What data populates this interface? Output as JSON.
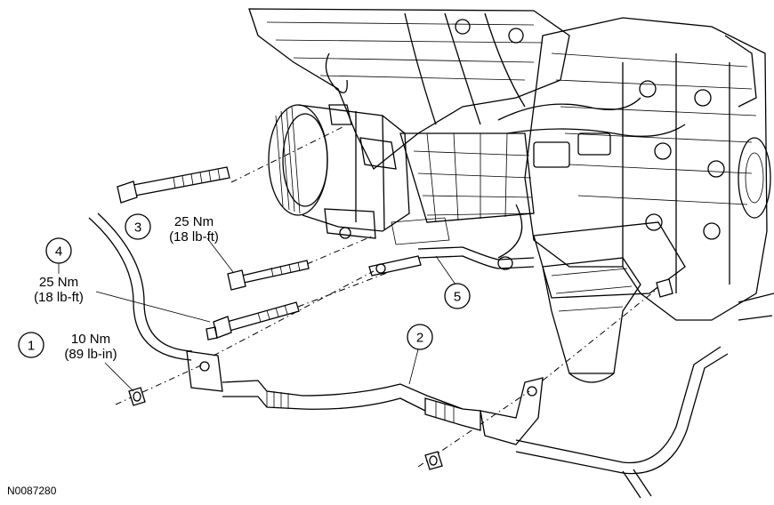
{
  "figure_id": "N0087280",
  "callouts": [
    {
      "number": "1",
      "torque_nm": "10 Nm",
      "torque_imperial": "(89 lb-in)"
    },
    {
      "number": "2"
    },
    {
      "number": "3",
      "torque_nm": "25 Nm",
      "torque_imperial": "(18 lb-ft)"
    },
    {
      "number": "4",
      "torque_nm": "25 Nm",
      "torque_imperial": "(18 lb-ft)"
    },
    {
      "number": "5"
    }
  ]
}
